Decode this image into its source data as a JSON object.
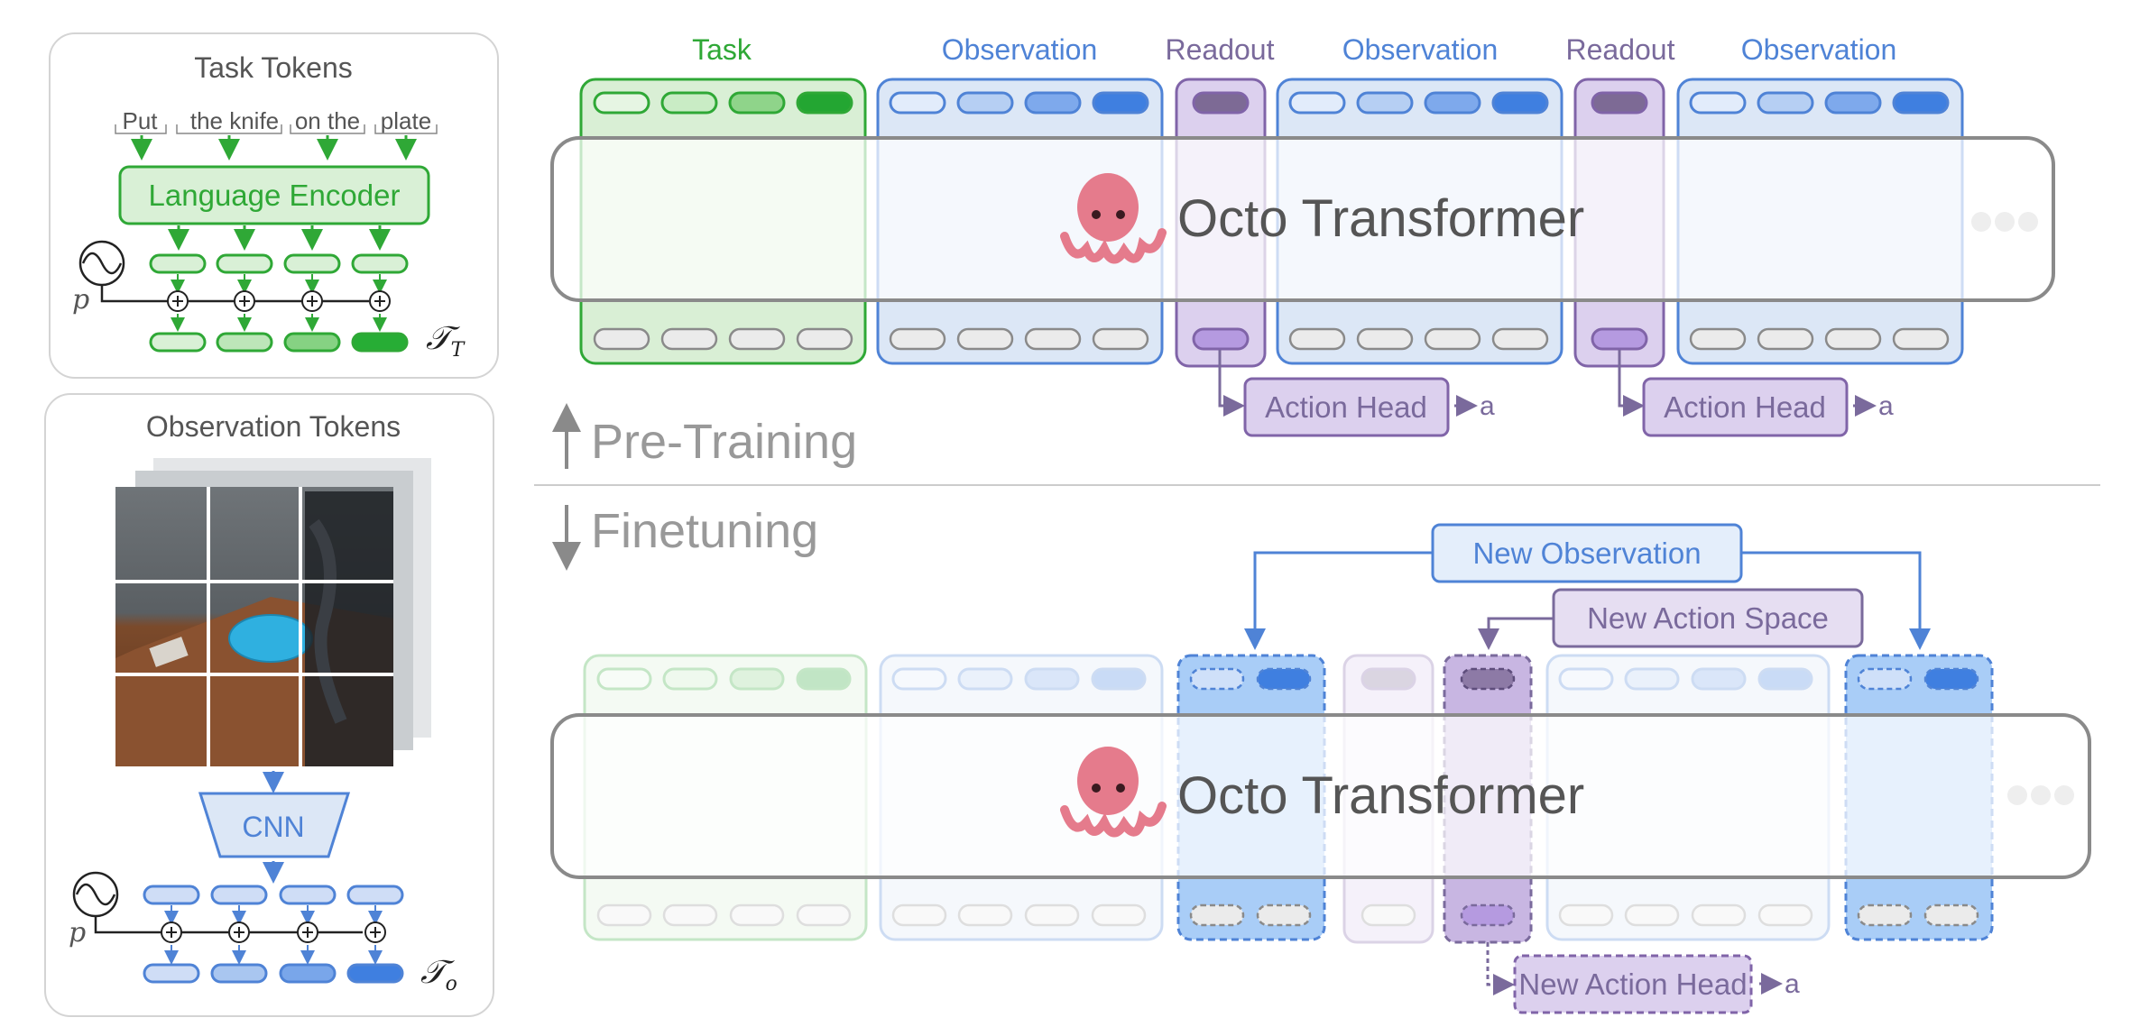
{
  "task_panel": {
    "title": "Task Tokens",
    "words": [
      "Put",
      "the knife",
      "on the",
      "plate"
    ],
    "encoder_label": "Language Encoder",
    "p_label": "p",
    "output_symbol": "𝒯",
    "output_subscript": "T"
  },
  "obs_panel": {
    "title": "Observation Tokens",
    "cnn_label": "CNN",
    "p_label": "p",
    "output_symbol": "𝒯",
    "output_subscript": "o"
  },
  "pretraining": {
    "group_labels": [
      "Task",
      "Observation",
      "Readout",
      "Observation",
      "Readout",
      "Observation"
    ],
    "transformer_label": "Octo Transformer",
    "action_head_label": "Action Head",
    "action_output": "a",
    "section_label": "Pre-Training"
  },
  "finetuning": {
    "section_label": "Finetuning",
    "new_observation_label": "New Observation",
    "new_action_space_label": "New Action Space",
    "transformer_label": "Octo Transformer",
    "new_action_head_label": "New Action Head",
    "action_output": "a"
  },
  "colors": {
    "green": "#2fa836",
    "green_fill": "#d9efd5",
    "blue": "#4f83d6",
    "blue_fill": "#dce7f6",
    "purple": "#8064a8",
    "purple_fill": "#dcd0ee",
    "gray_text": "#555555",
    "arrow_gray": "#8a8a8a"
  }
}
